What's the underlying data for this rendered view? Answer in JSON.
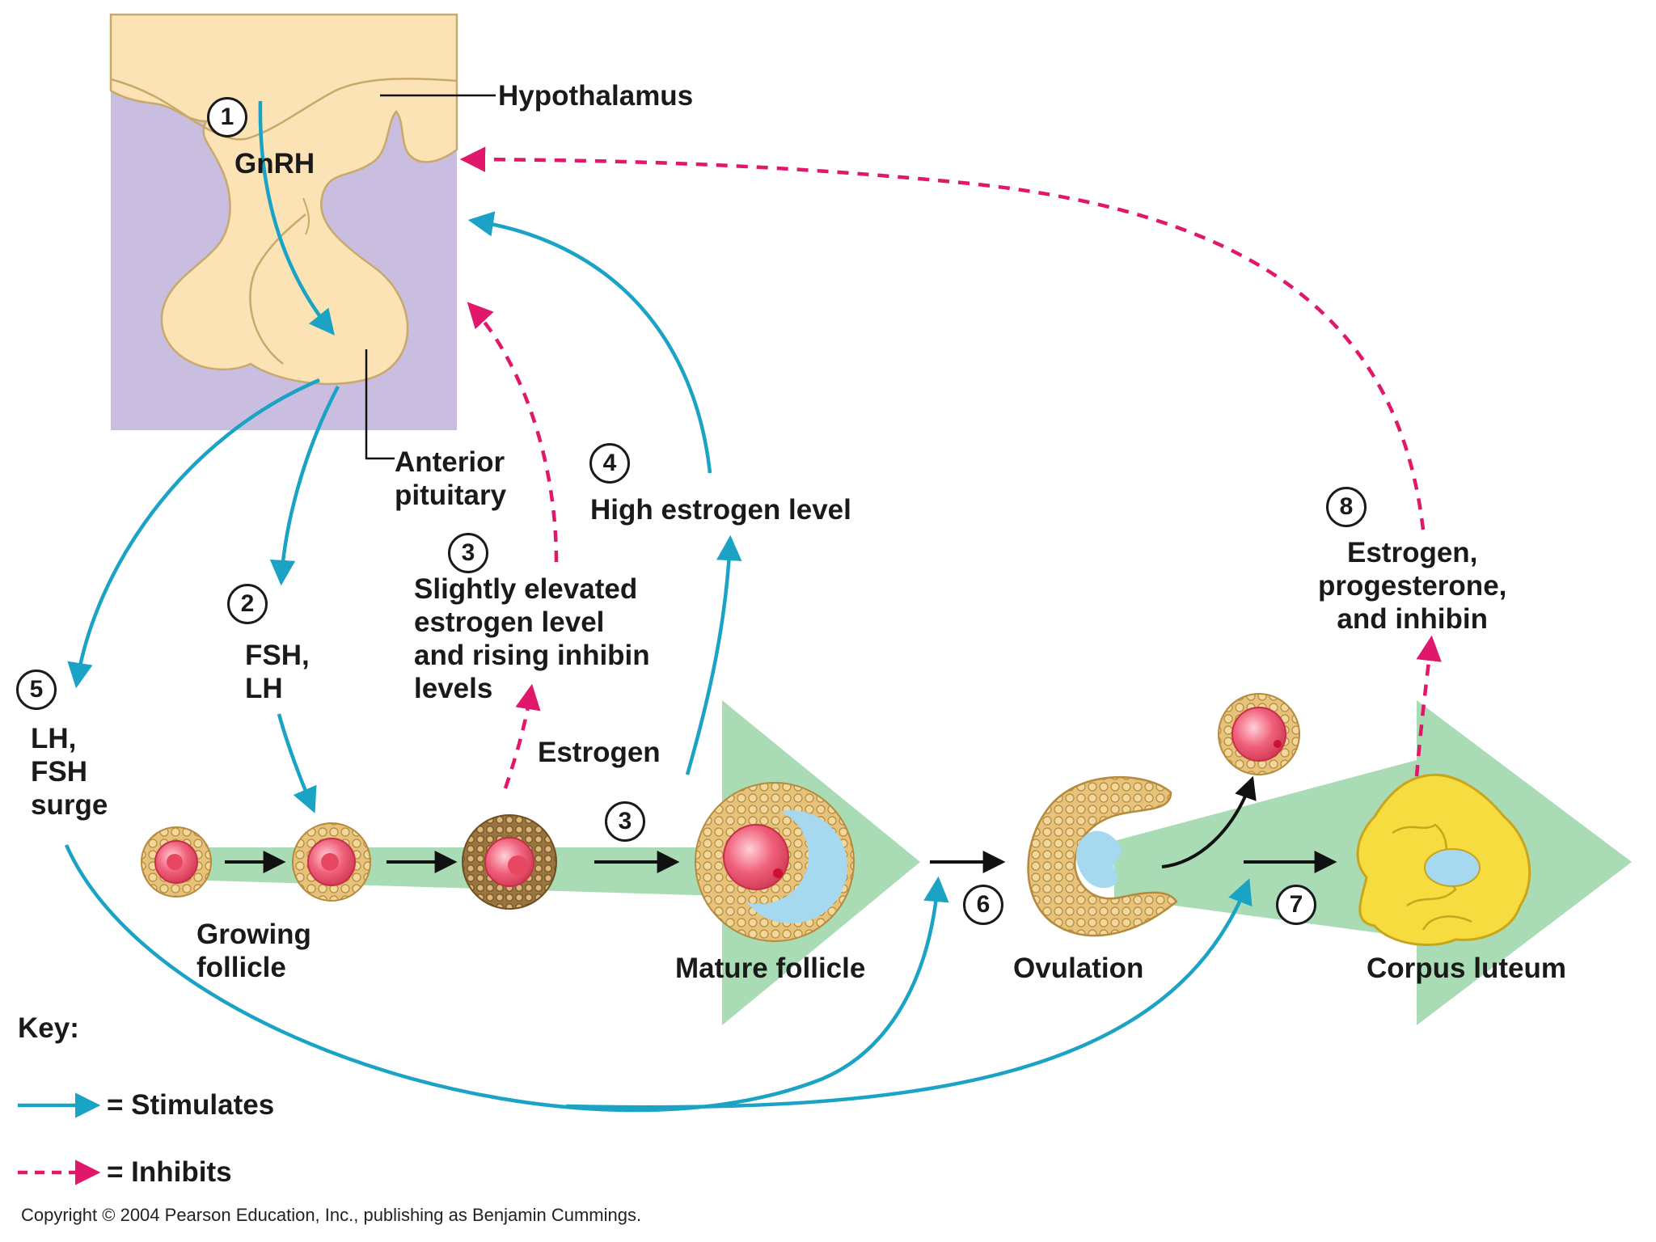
{
  "diagram": {
    "labels": {
      "hypothalamus": "Hypothalamus",
      "gnrh": "GnRH",
      "anterior_pituitary": "Anterior\npituitary",
      "fsh_lh": "FSH,\nLH",
      "lh_fsh_surge": "LH,\nFSH\nsurge",
      "slightly_elevated": "Slightly elevated\nestrogen level\nand rising inhibin\nlevels",
      "high_estrogen": "High estrogen level",
      "estrogen": "Estrogen",
      "estrogen_prog_inhibin": "Estrogen,\nprogesterone,\nand inhibin",
      "growing_follicle": "Growing\nfollicle",
      "mature_follicle": "Mature follicle",
      "ovulation": "Ovulation",
      "corpus_luteum": "Corpus luteum"
    },
    "steps": {
      "s1": "1",
      "s2": "2",
      "s3a": "3",
      "s3b": "3",
      "s4": "4",
      "s5": "5",
      "s6": "6",
      "s7": "7",
      "s8": "8"
    }
  },
  "key": {
    "title": "Key:",
    "stimulates": "= Stimulates",
    "inhibits": "= Inhibits"
  },
  "copyright": "Copyright © 2004 Pearson Education, Inc., publishing as Benjamin Cummings.",
  "colors": {
    "stimulate_arrow": "#1ba3c6",
    "inhibit_arrow": "#e0176b",
    "progression_arrow": "#a9dcb5",
    "brain_bg": "#c9bde0",
    "brain_tissue": "#fbe3b5",
    "follicle_cells": "#e6c27a",
    "egg": "#f0607a",
    "fluid": "#a6d8f0",
    "corpus_luteum": "#f6dc3e"
  }
}
